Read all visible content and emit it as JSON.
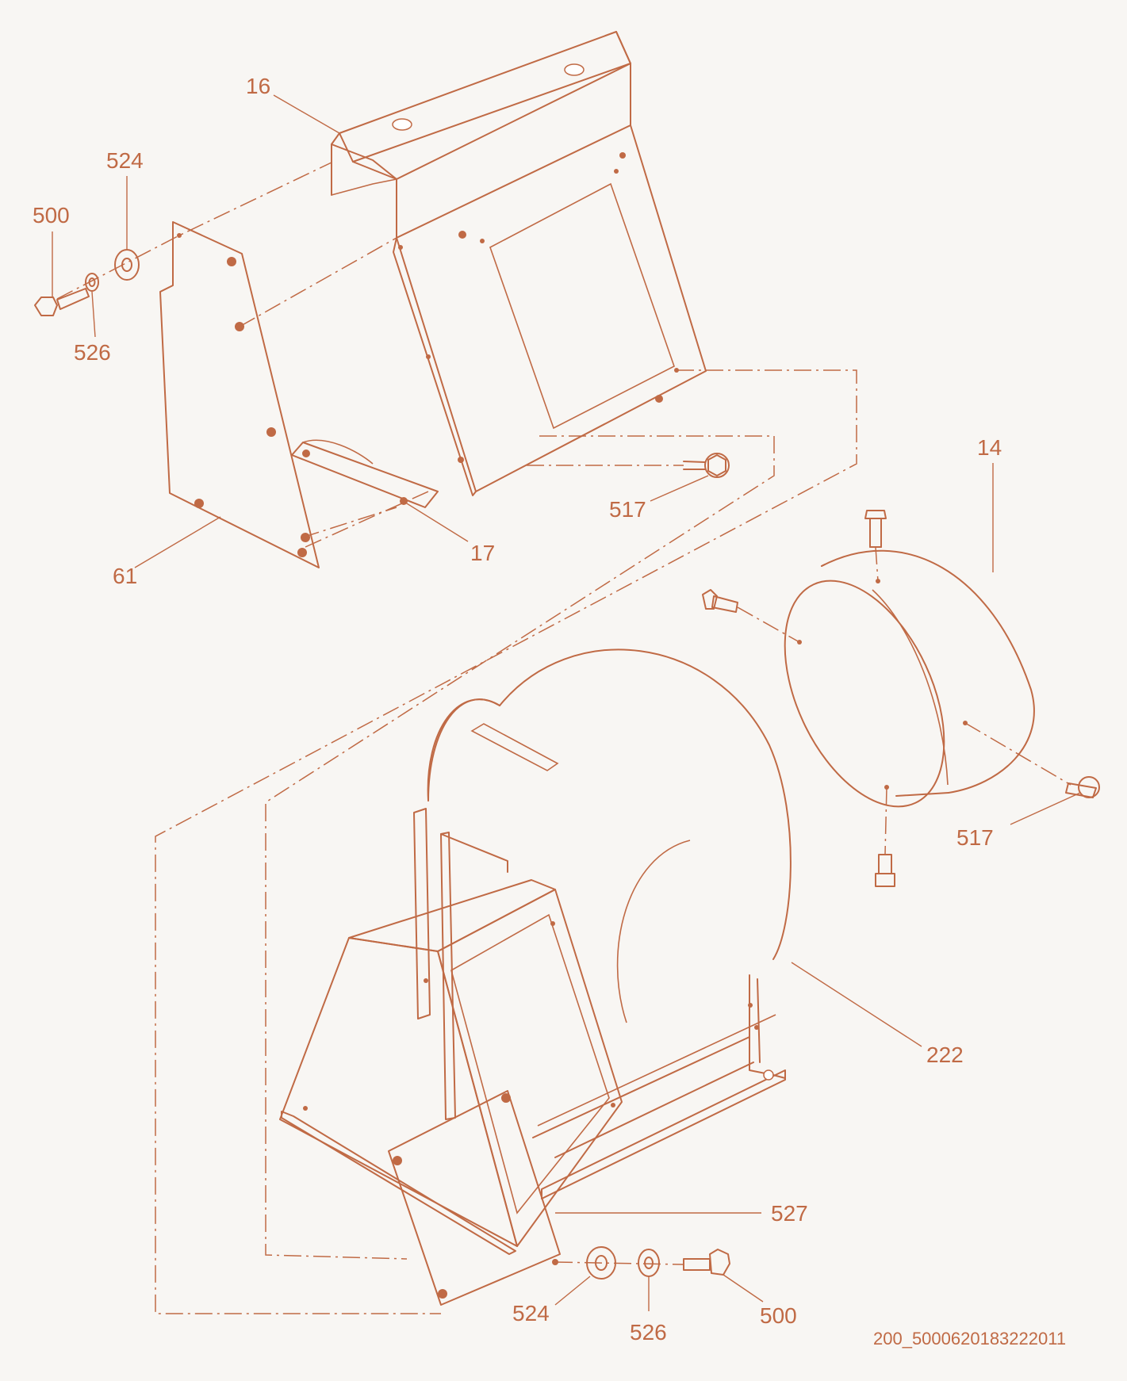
{
  "colors": {
    "line": "#c06a45",
    "background": "#f8f6f3"
  },
  "callouts": [
    {
      "id": "label-16",
      "text": "16"
    },
    {
      "id": "label-524-top",
      "text": "524"
    },
    {
      "id": "label-500-top",
      "text": "500"
    },
    {
      "id": "label-526-top",
      "text": "526"
    },
    {
      "id": "label-517-upper",
      "text": "517"
    },
    {
      "id": "label-17",
      "text": "17"
    },
    {
      "id": "label-61",
      "text": "61"
    },
    {
      "id": "label-14",
      "text": "14"
    },
    {
      "id": "label-517-right",
      "text": "517"
    },
    {
      "id": "label-222",
      "text": "222"
    },
    {
      "id": "label-527",
      "text": "527"
    },
    {
      "id": "label-524-bottom",
      "text": "524"
    },
    {
      "id": "label-526-bottom",
      "text": "526"
    },
    {
      "id": "label-500-bottom",
      "text": "500"
    }
  ],
  "drawing_code": "200_5000620183222011"
}
